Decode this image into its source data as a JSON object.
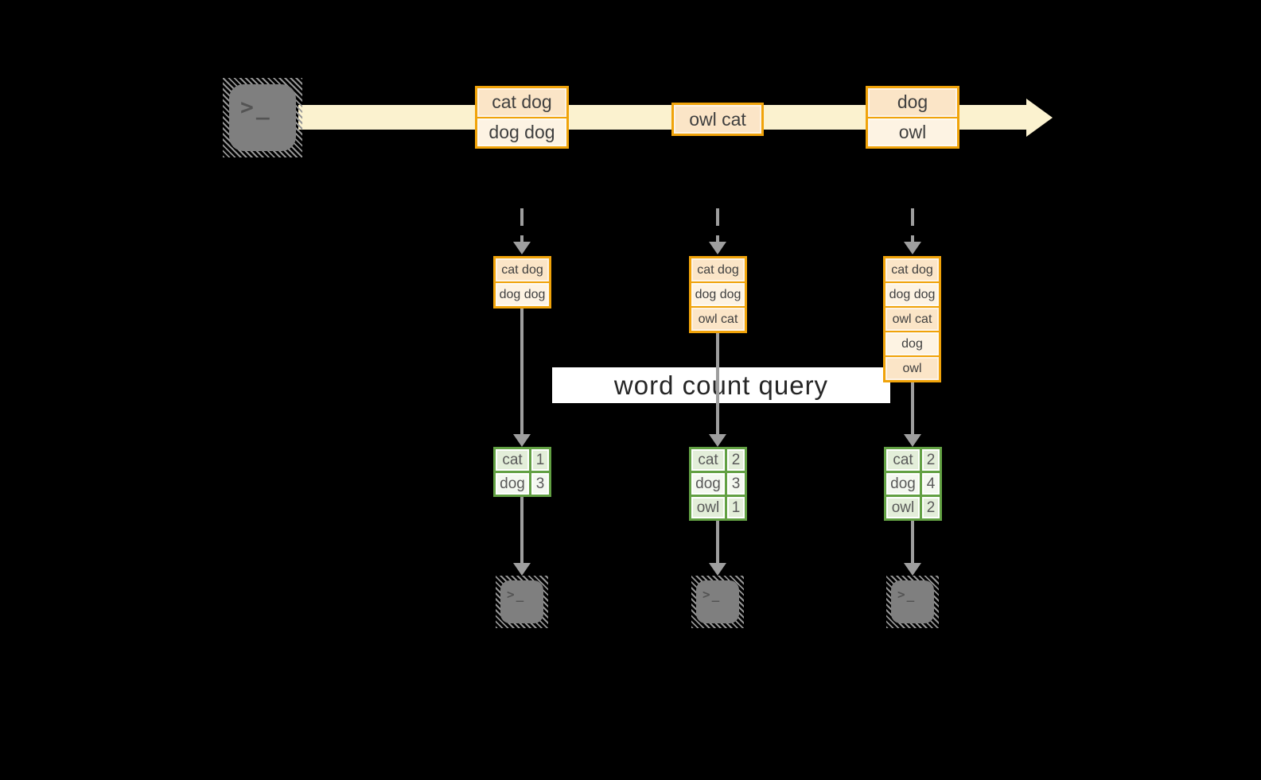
{
  "query_label": "word count query",
  "terminal_prompt": ">_",
  "stream": {
    "batches": [
      {
        "records": [
          "cat dog",
          "dog dog"
        ]
      },
      {
        "records": [
          "owl cat"
        ]
      },
      {
        "records": [
          "dog",
          "owl"
        ]
      }
    ]
  },
  "states": [
    {
      "records": [
        "cat dog",
        "dog dog"
      ]
    },
    {
      "records": [
        "cat dog",
        "dog dog",
        "owl cat"
      ]
    },
    {
      "records": [
        "cat dog",
        "dog dog",
        "owl cat",
        "dog",
        "owl"
      ]
    }
  ],
  "results": [
    {
      "rows": [
        {
          "word": "cat",
          "count": "1"
        },
        {
          "word": "dog",
          "count": "3"
        }
      ]
    },
    {
      "rows": [
        {
          "word": "cat",
          "count": "2"
        },
        {
          "word": "dog",
          "count": "3"
        },
        {
          "word": "owl",
          "count": "1"
        }
      ]
    },
    {
      "rows": [
        {
          "word": "cat",
          "count": "2"
        },
        {
          "word": "dog",
          "count": "4"
        },
        {
          "word": "owl",
          "count": "2"
        }
      ]
    }
  ],
  "colors": {
    "background": "#000000",
    "stream_fill": "#fbf2cf",
    "record_border": "#f0a30a",
    "record_fill_dark": "#fbe5c7",
    "record_fill_light": "#fdf3e3",
    "result_border": "#62a043",
    "result_fill_dark": "#e3eed9",
    "result_fill_light": "#f4f8f0",
    "arrow_gray": "#9e9e9e",
    "terminal_gray": "#7f7f7f",
    "query_band": "#ffffff"
  }
}
